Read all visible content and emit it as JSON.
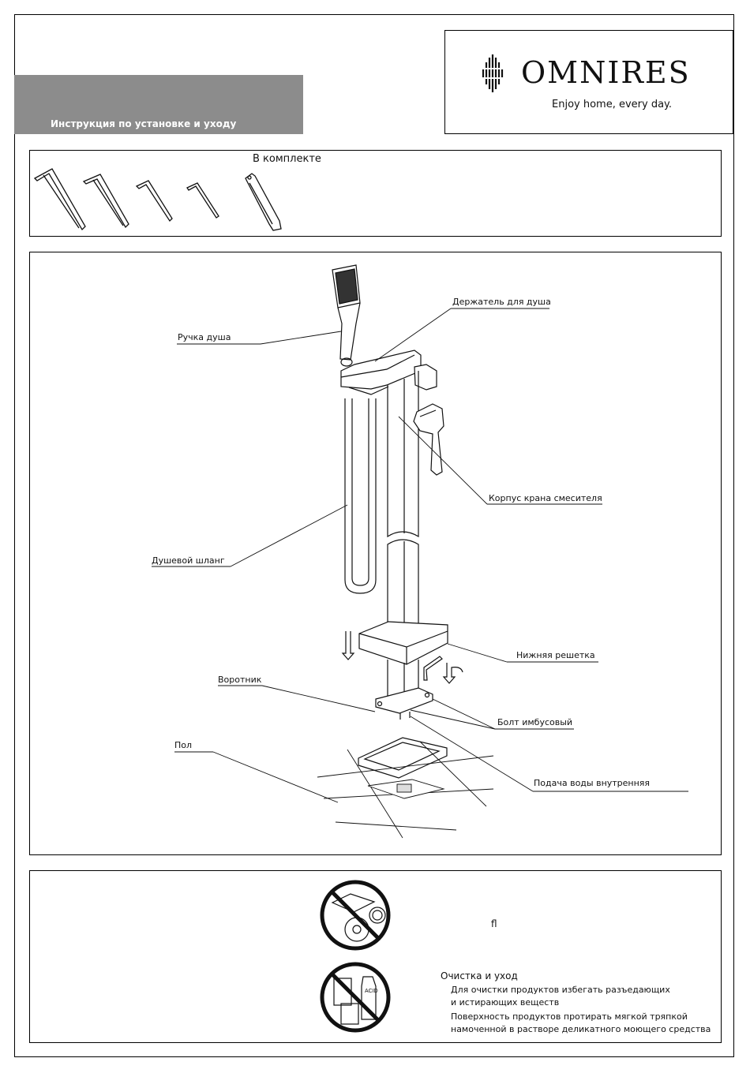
{
  "header": {
    "banner_title": "Инструкция по установке и уходу",
    "brand": "OMNIRES",
    "tagline": "Enjoy home, every day."
  },
  "kit": {
    "title": "В комплекте",
    "items": [
      "hex-key-large",
      "hex-key-medium",
      "hex-key-small",
      "hex-key-smallest",
      "socket-wrench"
    ]
  },
  "diagram": {
    "labels": {
      "shower_handle": "Ручка душа",
      "shower_holder": "Держатель для душа",
      "faucet_body": "Корпус крана смесителя",
      "shower_hose": "Душевой шланг",
      "bottom_grille": "Нижняя решетка",
      "collar": "Воротник",
      "hex_bolt": "Болт имбусовый",
      "floor": "Пол",
      "water_supply": "Подача воды внутренняя"
    }
  },
  "care": {
    "stray_char": "ﬂ",
    "title": "Очистка и уход",
    "line1": "Для очистки продуктов избегать разъедающих",
    "line2": "и истирающих веществ",
    "line3": "Поверхность продуктов протирать мягкой тряпкой",
    "line4": "намоченной в растворе деликатного моющего средства",
    "icons": [
      "no-abrasive-tools-icon",
      "no-acid-chemicals-icon"
    ],
    "acid_label": "ACID"
  },
  "colors": {
    "banner": "#8c8c8c",
    "line": "#000000"
  }
}
